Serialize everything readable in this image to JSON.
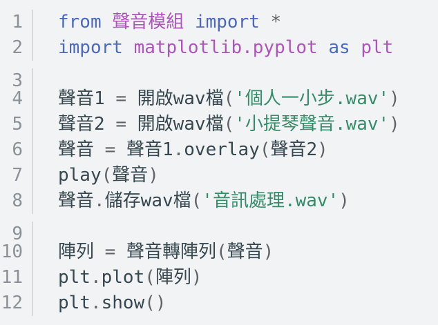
{
  "editor": {
    "language": "python",
    "colors": {
      "background": "#f1f3f4",
      "gutter_number": "#8b9196",
      "gutter_separator": "#d7d9db",
      "keyword": "#4b69c3",
      "module": "#b054bd",
      "string": "#348c68",
      "default_text": "#37474f",
      "punctuation": "#5f6368"
    },
    "lines": [
      {
        "number": "1",
        "tokens": [
          {
            "text": "from",
            "type": "kw"
          },
          {
            "text": " ",
            "type": "txt"
          },
          {
            "text": "聲音模組",
            "type": "mod"
          },
          {
            "text": " ",
            "type": "txt"
          },
          {
            "text": "import",
            "type": "kw"
          },
          {
            "text": " ",
            "type": "txt"
          },
          {
            "text": "*",
            "type": "pun"
          }
        ]
      },
      {
        "number": "2",
        "tokens": [
          {
            "text": "import",
            "type": "kw"
          },
          {
            "text": " ",
            "type": "txt"
          },
          {
            "text": "matplotlib.pyplot",
            "type": "mod"
          },
          {
            "text": " ",
            "type": "txt"
          },
          {
            "text": "as",
            "type": "kw"
          },
          {
            "text": " ",
            "type": "txt"
          },
          {
            "text": "plt",
            "type": "mod"
          }
        ]
      },
      {
        "number": "3",
        "tokens": []
      },
      {
        "number": "4",
        "tokens": [
          {
            "text": "聲音1 ",
            "type": "txt"
          },
          {
            "text": "=",
            "type": "pun"
          },
          {
            "text": " 開啟wav檔",
            "type": "txt"
          },
          {
            "text": "(",
            "type": "pun"
          },
          {
            "text": "'個人一小步.wav'",
            "type": "str"
          },
          {
            "text": ")",
            "type": "pun"
          }
        ]
      },
      {
        "number": "5",
        "tokens": [
          {
            "text": "聲音2 ",
            "type": "txt"
          },
          {
            "text": "=",
            "type": "pun"
          },
          {
            "text": " 開啟wav檔",
            "type": "txt"
          },
          {
            "text": "(",
            "type": "pun"
          },
          {
            "text": "'小提琴聲音.wav'",
            "type": "str"
          },
          {
            "text": ")",
            "type": "pun"
          }
        ]
      },
      {
        "number": "6",
        "tokens": [
          {
            "text": "聲音 ",
            "type": "txt"
          },
          {
            "text": "=",
            "type": "pun"
          },
          {
            "text": " 聲音1",
            "type": "txt"
          },
          {
            "text": ".",
            "type": "pun"
          },
          {
            "text": "overlay",
            "type": "txt"
          },
          {
            "text": "(",
            "type": "pun"
          },
          {
            "text": "聲音2",
            "type": "txt"
          },
          {
            "text": ")",
            "type": "pun"
          }
        ]
      },
      {
        "number": "7",
        "tokens": [
          {
            "text": "play",
            "type": "txt"
          },
          {
            "text": "(",
            "type": "pun"
          },
          {
            "text": "聲音",
            "type": "txt"
          },
          {
            "text": ")",
            "type": "pun"
          }
        ]
      },
      {
        "number": "8",
        "tokens": [
          {
            "text": "聲音",
            "type": "txt"
          },
          {
            "text": ".",
            "type": "pun"
          },
          {
            "text": "儲存wav檔",
            "type": "txt"
          },
          {
            "text": "(",
            "type": "pun"
          },
          {
            "text": "'音訊處理.wav'",
            "type": "str"
          },
          {
            "text": ")",
            "type": "pun"
          }
        ]
      },
      {
        "number": "9",
        "tokens": []
      },
      {
        "number": "10",
        "tokens": [
          {
            "text": "陣列 ",
            "type": "txt"
          },
          {
            "text": "=",
            "type": "pun"
          },
          {
            "text": " 聲音轉陣列",
            "type": "txt"
          },
          {
            "text": "(",
            "type": "pun"
          },
          {
            "text": "聲音",
            "type": "txt"
          },
          {
            "text": ")",
            "type": "pun"
          }
        ]
      },
      {
        "number": "11",
        "tokens": [
          {
            "text": "plt",
            "type": "txt"
          },
          {
            "text": ".",
            "type": "pun"
          },
          {
            "text": "plot",
            "type": "txt"
          },
          {
            "text": "(",
            "type": "pun"
          },
          {
            "text": "陣列",
            "type": "txt"
          },
          {
            "text": ")",
            "type": "pun"
          }
        ]
      },
      {
        "number": "12",
        "tokens": [
          {
            "text": "plt",
            "type": "txt"
          },
          {
            "text": ".",
            "type": "pun"
          },
          {
            "text": "show",
            "type": "txt"
          },
          {
            "text": "()",
            "type": "pun"
          }
        ]
      }
    ]
  }
}
